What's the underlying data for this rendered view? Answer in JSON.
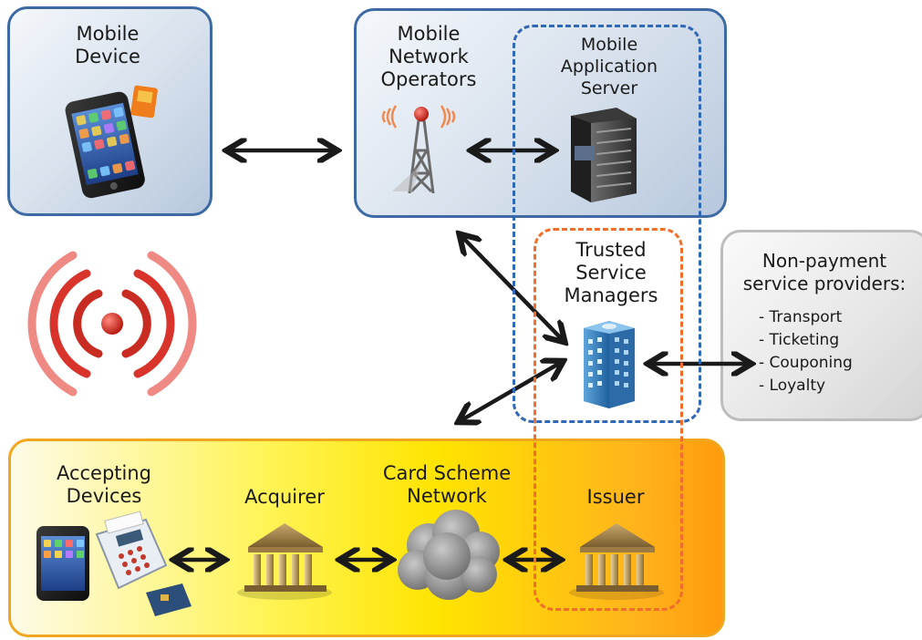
{
  "mobile_device": {
    "lines": [
      "Mobile",
      "Device"
    ]
  },
  "mno": {
    "lines": [
      "Mobile",
      "Network",
      "Operators"
    ]
  },
  "mobile_app_server": {
    "lines": [
      "Mobile",
      "Application",
      "Server"
    ]
  },
  "tsm": {
    "lines": [
      "Trusted",
      "Service",
      "Managers"
    ]
  },
  "non_payment": {
    "lines": [
      "Non-payment",
      "service providers:"
    ],
    "items": [
      "- Transport",
      "- Ticketing",
      "- Couponing",
      "- Loyalty"
    ]
  },
  "accepting_devices": {
    "lines": [
      "Accepting",
      "Devices"
    ]
  },
  "acquirer": {
    "lines": [
      "Acquirer"
    ]
  },
  "card_scheme": {
    "lines": [
      "Card Scheme",
      "Network"
    ]
  },
  "issuer": {
    "lines": [
      "Issuer"
    ]
  },
  "colors": {
    "box_border_blue": "#3d6aa3",
    "dashed_blue": "#2f68b6",
    "dashed_orange": "#f06e2a",
    "yellow_band": "#ffe400",
    "orange_band": "#ff9b0e",
    "signal_red": "#d9342b"
  }
}
